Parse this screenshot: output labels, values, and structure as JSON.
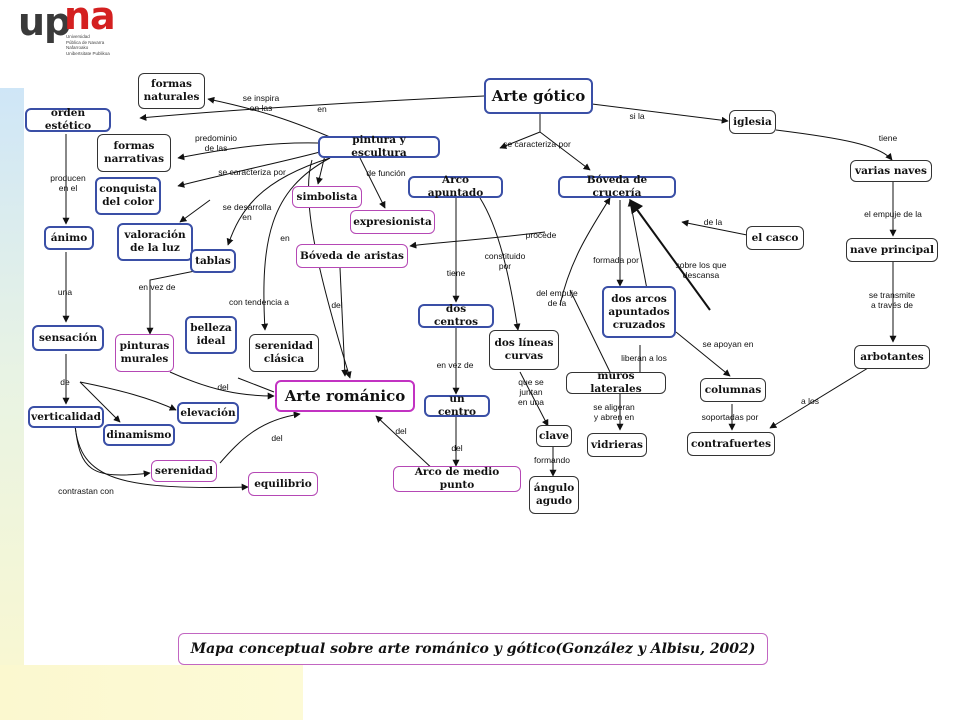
{
  "logo": {
    "up": "up",
    "na": "na",
    "lines": [
      "Universidad",
      "Pública de Navarra",
      "Nafarroako",
      "Unibertsitate Publikoa"
    ]
  },
  "nodes": {
    "arte_gotico": "Arte gótico",
    "formas_naturales": "formas\nnaturales",
    "orden_estetico": "orden estético",
    "formas_narrativas": "formas\nnarrativas",
    "pintura_escultura": "pintura y escultura",
    "conquista_color": "conquista\ndel color",
    "simbolista": "simbolista",
    "arco_apuntado": "Arco apuntado",
    "boveda_cruceria": "Bóveda de crucería",
    "iglesia": "iglesia",
    "varias_naves": "varias naves",
    "animo": "ánimo",
    "valoracion_luz": "valoración\nde la luz",
    "expresionista": "expresionista",
    "el_casco": "el casco",
    "nave_principal": "nave principal",
    "tablas": "tablas",
    "boveda_aristas": "Bóveda de aristas",
    "dos_arcos": "dos arcos\napuntados\ncruzados",
    "belleza_ideal": "belleza\nideal",
    "dos_centros": "dos centros",
    "sensacion": "sensación",
    "serenidad_clasica": "serenidad\nclásica",
    "pinturas_murales": "pinturas\nmurales",
    "dos_lineas": "dos líneas\ncurvas",
    "arbotantes": "arbotantes",
    "muros_laterales": "muros laterales",
    "columnas": "columnas",
    "arte_romanico": "Arte  románico",
    "un_centro": "un centro",
    "verticalidad": "verticalidad",
    "elevacion": "elevación",
    "dinamismo": "dinamismo",
    "clave": "clave",
    "vidrieras": "vidrieras",
    "contrafuertes": "contrafuertes",
    "serenidad": "serenidad",
    "arco_medio_punto": "Arco de medio punto",
    "equilibrio": "equilibrio",
    "angulo_agudo": "ángulo\nagudo"
  },
  "labels": {
    "se_inspira": "se inspira\nen las",
    "en1": "en",
    "si_la": "si la",
    "predominio": "predominio\nde las",
    "se_caracteriza_por1": "se caracteriza por",
    "tiene1": "tiene",
    "producen": "producen\nen el",
    "se_caracteriza_por2": "se caracteriza por",
    "de_funcion": "de función",
    "se_desarrolla": "se desarrolla\nen",
    "el_empuje_de_la": "el empuje de la",
    "de_la": "de la",
    "procede": "procede",
    "en2": "en",
    "tiene2": "tiene",
    "constituido": "constituido\npor",
    "formada_por": "formada por",
    "sobre_los_que": "sobre los que\ndescansa",
    "una": "una",
    "en_vez_de1": "en vez de",
    "del_empuje": "del empuje\nde la",
    "se_transmite": "se transmite\na través  de",
    "con_tendencia": "con tendencia a",
    "del1": "del",
    "se_apoyan_en": "se apoyan en",
    "liberan_a_los": "liberan a los",
    "en_vez_de2": "en vez de",
    "de": "de",
    "que_se_juntan": "que se\njuntan\nen una",
    "del2": "del",
    "a_los": "a los",
    "se_aligeran": "se aligeran\ny abren en",
    "soportadas_por": "soportadas por",
    "del3": "del",
    "del4": "del",
    "del5": "del",
    "formando": "formando",
    "contrastan_con": "contrastan con"
  },
  "caption": "Mapa conceptual  sobre arte románico y gótico(González y Albisu, 2002)",
  "colors": {
    "blue_border": "#3a4fa6",
    "magenta_border": "#b548b5",
    "logo_red": "#d42020"
  }
}
